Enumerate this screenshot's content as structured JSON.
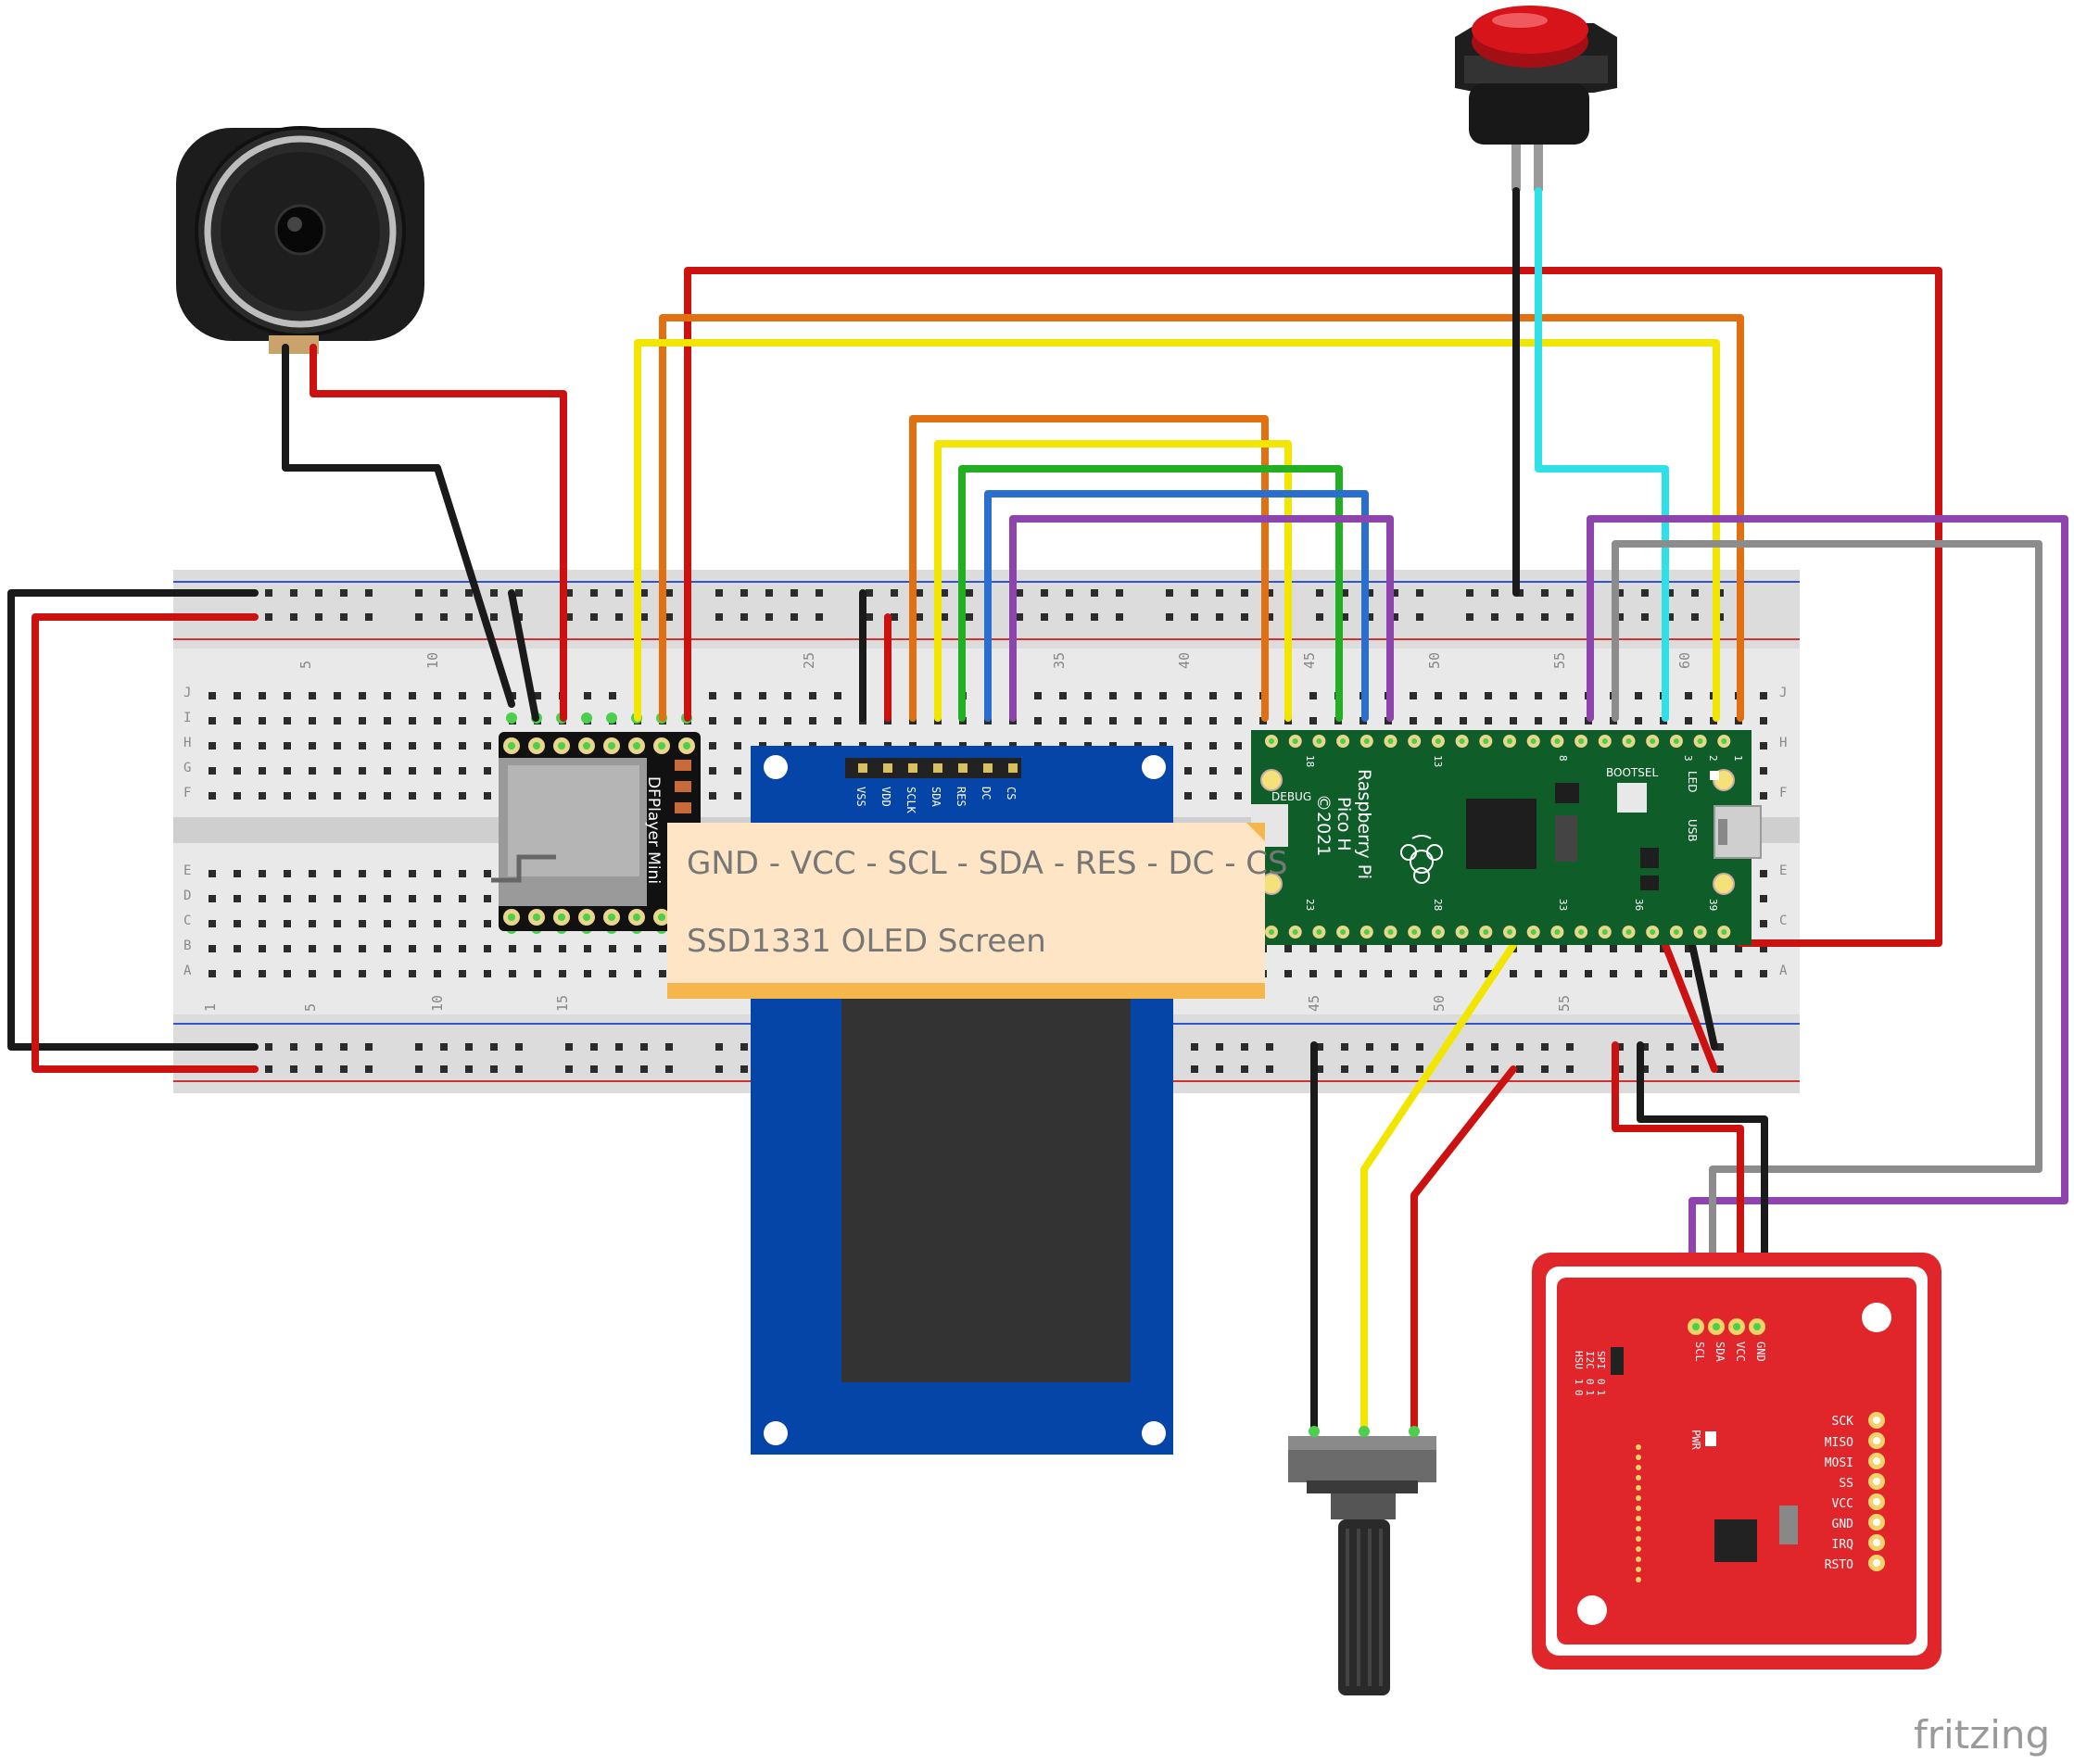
{
  "oled": {
    "pins": [
      "VSS",
      "VDD",
      "SCLK",
      "SDA",
      "RES",
      "DC",
      "CS"
    ],
    "note_pinout": "GND - VCC - SCL - SDA - RES - DC - CS",
    "note_title": "SSD1331 OLED Screen"
  },
  "dfplayer": {
    "label": "DFPlayer Mini"
  },
  "pico": {
    "name_lines": [
      "Raspberry Pi",
      "Pico H",
      "©2021"
    ],
    "bootsel": "BOOTSEL",
    "debug": "DEBUG",
    "led": "LED",
    "usb": "USB",
    "pin_numbers": [
      "18",
      "13",
      "8",
      "3",
      "2",
      "1",
      "23",
      "28",
      "33",
      "36",
      "39"
    ]
  },
  "rfid": {
    "top_pins": [
      "SCL",
      "SDA",
      "VCC",
      "GND"
    ],
    "side_pins": [
      "SCK",
      "MISO",
      "MOSI",
      "SS",
      "VCC",
      "GND",
      "IRQ",
      "RSTO"
    ],
    "pwr": "PWR",
    "mode_rows": [
      [
        "HSU",
        "1",
        "0"
      ],
      [
        "I2C",
        "0",
        "1"
      ],
      [
        "SPI",
        "0",
        "1"
      ]
    ]
  },
  "breadboard": {
    "column_numbers_top": [
      "5",
      "10",
      "25",
      "35",
      "40",
      "45",
      "50",
      "55",
      "60"
    ],
    "column_numbers_bottom": [
      "1",
      "5",
      "10",
      "15",
      "45",
      "50",
      "55"
    ],
    "rows_top": [
      "J",
      "I",
      "H",
      "G",
      "F"
    ],
    "rows_bottom": [
      "E",
      "D",
      "C",
      "B",
      "A"
    ]
  },
  "watermark": "fritzing",
  "colors": {
    "wire_red": "#cc1111",
    "wire_black": "#1a1a1a",
    "wire_yellow": "#f2e600",
    "wire_orange": "#e07010",
    "wire_green": "#22b022",
    "wire_blue": "#2a6fd0",
    "wire_purple": "#8e44ad",
    "wire_cyan": "#2ee0e8",
    "wire_gray": "#8c8c8c",
    "pico_green": "#0f5e2a",
    "oled_blue": "#0645a8",
    "rfid_red": "#e0262b",
    "note_bg": "#fde5c5",
    "note_border": "#f5b64c"
  }
}
